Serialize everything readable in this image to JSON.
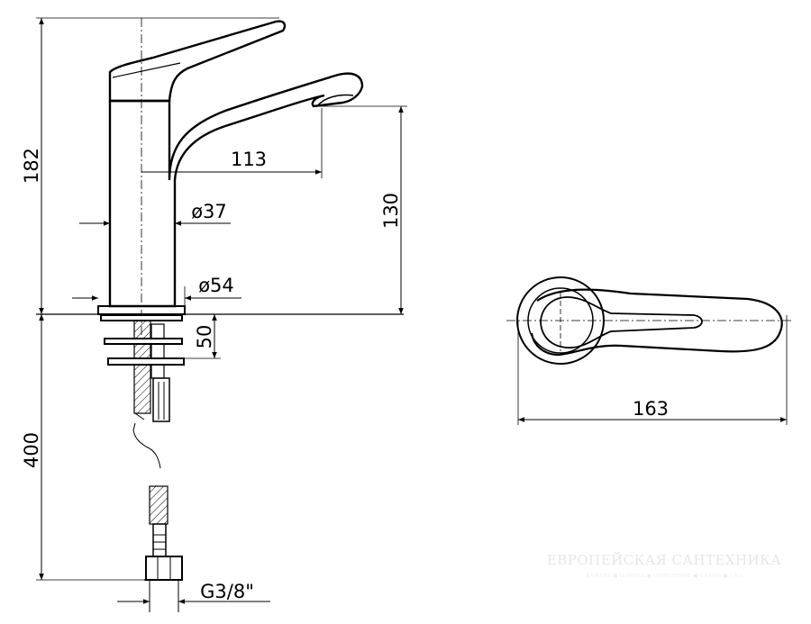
{
  "dimensions": {
    "height_total": "182",
    "spout_reach": "113",
    "spout_height": "130",
    "body_diameter": "ø37",
    "base_diameter": "ø54",
    "mount_depth": "50",
    "hose_length": "400",
    "connection": "G3/8\"",
    "length_top_view": "163"
  },
  "watermark": {
    "title": "ЕВРОПЕЙСКАЯ САНТЕХНИКА",
    "subtitle": "КАМЕНЬ ● ПЛИТКА ● ОТОПЛЕНИЕ ● САУНЫ ● СПА"
  }
}
